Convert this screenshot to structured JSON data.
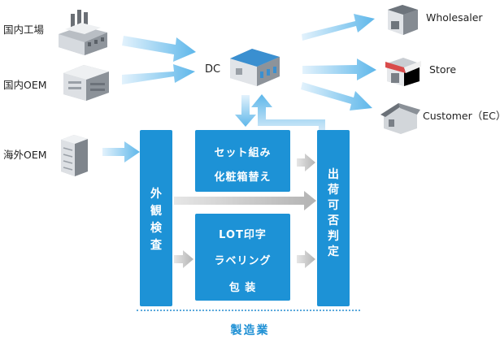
{
  "sources": {
    "domestic_factory": "国内工場",
    "domestic_oem": "国内OEM",
    "overseas_oem": "海外OEM"
  },
  "hub": {
    "label": "DC"
  },
  "destinations": {
    "wholesaler": "Wholesaler",
    "store": "Store",
    "customer": "Customer（EC）"
  },
  "process": {
    "inspection": [
      "外",
      "観",
      "検",
      "査"
    ],
    "set_assembly": {
      "line1": "セット組み",
      "line2": "化粧箱替え"
    },
    "lot_labeling": {
      "line1": "LOT印字",
      "line2": "ラベリング",
      "line3": "包 装"
    },
    "shipment_judgment": [
      "出",
      "荷",
      "可",
      "否",
      "判",
      "定"
    ]
  },
  "footer": {
    "label": "製造業"
  },
  "colors": {
    "box_blue": "#1d92d6",
    "arrow_blue_start": "#e3f2fc",
    "arrow_blue_end": "#5eb7ea",
    "arrow_gray": "#b8b8b8",
    "footer_text": "#1d8fd4"
  }
}
